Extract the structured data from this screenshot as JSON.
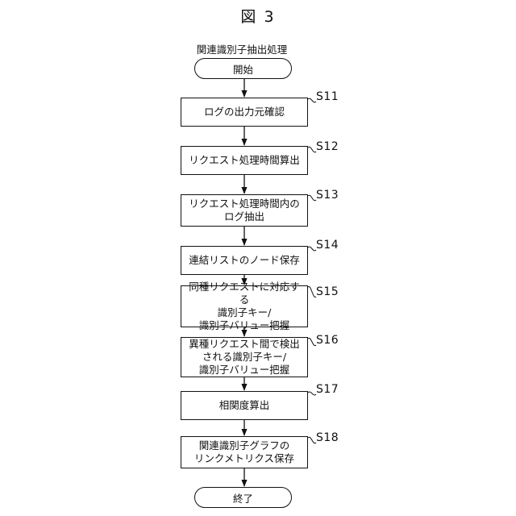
{
  "figure_label": "図 3",
  "flow_title": "関連識別子抽出処理",
  "start_label": "開始",
  "end_label": "終了",
  "steps": [
    {
      "id": "S11",
      "text": "ログの出力元確認"
    },
    {
      "id": "S12",
      "text": "リクエスト処理時間算出"
    },
    {
      "id": "S13",
      "text": "リクエスト処理時間内の\nログ抽出"
    },
    {
      "id": "S14",
      "text": "連結リストのノード保存"
    },
    {
      "id": "S15",
      "text": "同種リクエストに対応する\n識別子キー/\n識別子バリュー把握"
    },
    {
      "id": "S16",
      "text": "異種リクエスト間で検出\nされる識別子キー/\n識別子バリュー把握"
    },
    {
      "id": "S17",
      "text": "相関度算出"
    },
    {
      "id": "S18",
      "text": "関連識別子グラフの\nリンクメトリクス保存"
    }
  ]
}
